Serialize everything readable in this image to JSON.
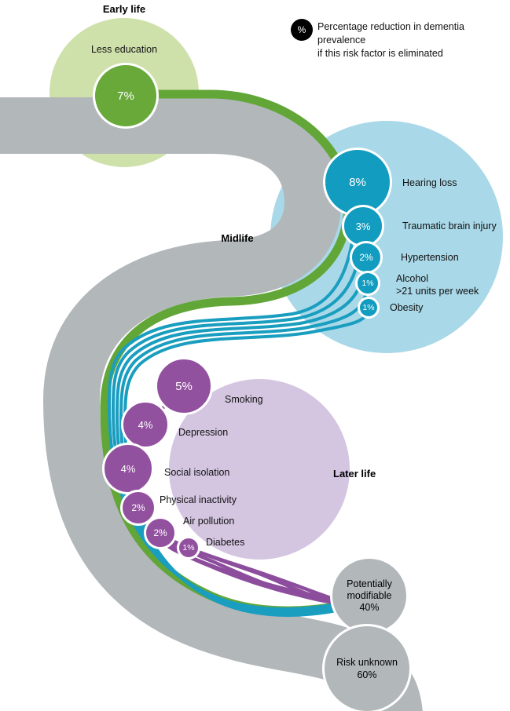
{
  "legend": {
    "badge": "%",
    "line1": "Percentage reduction in dementia prevalence",
    "line2": "if this risk factor is eliminated"
  },
  "early": {
    "stage": "Early life",
    "factor": {
      "label": "Less education",
      "value": "7%"
    }
  },
  "midlife": {
    "stage": "Midlife",
    "factors": [
      {
        "value": "8%",
        "label": "Hearing loss"
      },
      {
        "value": "3%",
        "label": "Traumatic brain injury"
      },
      {
        "value": "2%",
        "label": "Hypertension"
      },
      {
        "value": "1%",
        "label": "Alcohol",
        "label2": ">21 units per week"
      },
      {
        "value": "1%",
        "label": "Obesity"
      }
    ]
  },
  "later": {
    "stage": "Later life",
    "factors": [
      {
        "value": "5%",
        "label": "Smoking"
      },
      {
        "value": "4%",
        "label": "Depression"
      },
      {
        "value": "4%",
        "label": "Social isolation"
      },
      {
        "value": "2%",
        "label": "Physical inactivity"
      },
      {
        "value": "2%",
        "label": "Air pollution"
      },
      {
        "value": "1%",
        "label": "Diabetes"
      }
    ]
  },
  "outcomes": {
    "modifiable": {
      "line1": "Potentially",
      "line2": "modifiable",
      "value": "40%"
    },
    "unknown": {
      "label": "Risk unknown",
      "value": "60%"
    }
  },
  "colors": {
    "early_accent": "#68a93a",
    "midlife_accent": "#129cbf",
    "later_accent": "#92519f",
    "unknown_gray": "#b2b7ba",
    "early_halo": "#cfe1ab",
    "midlife_halo": "#a9d8e8",
    "later_halo": "#d4c5e1"
  },
  "chart_data": {
    "type": "sankey",
    "title": "Percentage reduction in dementia prevalence if this risk factor is eliminated",
    "stages": [
      {
        "stage": "Early life",
        "factors": [
          {
            "label": "Less education",
            "value_pct": 7
          }
        ]
      },
      {
        "stage": "Midlife",
        "factors": [
          {
            "label": "Hearing loss",
            "value_pct": 8
          },
          {
            "label": "Traumatic brain injury",
            "value_pct": 3
          },
          {
            "label": "Hypertension",
            "value_pct": 2
          },
          {
            "label": "Alcohol >21 units per week",
            "value_pct": 1
          },
          {
            "label": "Obesity",
            "value_pct": 1
          }
        ]
      },
      {
        "stage": "Later life",
        "factors": [
          {
            "label": "Smoking",
            "value_pct": 5
          },
          {
            "label": "Depression",
            "value_pct": 4
          },
          {
            "label": "Social isolation",
            "value_pct": 4
          },
          {
            "label": "Physical inactivity",
            "value_pct": 2
          },
          {
            "label": "Air pollution",
            "value_pct": 2
          },
          {
            "label": "Diabetes",
            "value_pct": 1
          }
        ]
      }
    ],
    "totals": [
      {
        "label": "Potentially modifiable",
        "value_pct": 40
      },
      {
        "label": "Risk unknown",
        "value_pct": 60
      }
    ],
    "stage_colors": {
      "Early life": "#68a93a",
      "Midlife": "#129cbf",
      "Later life": "#92519f",
      "Risk unknown": "#b2b7ba"
    }
  }
}
